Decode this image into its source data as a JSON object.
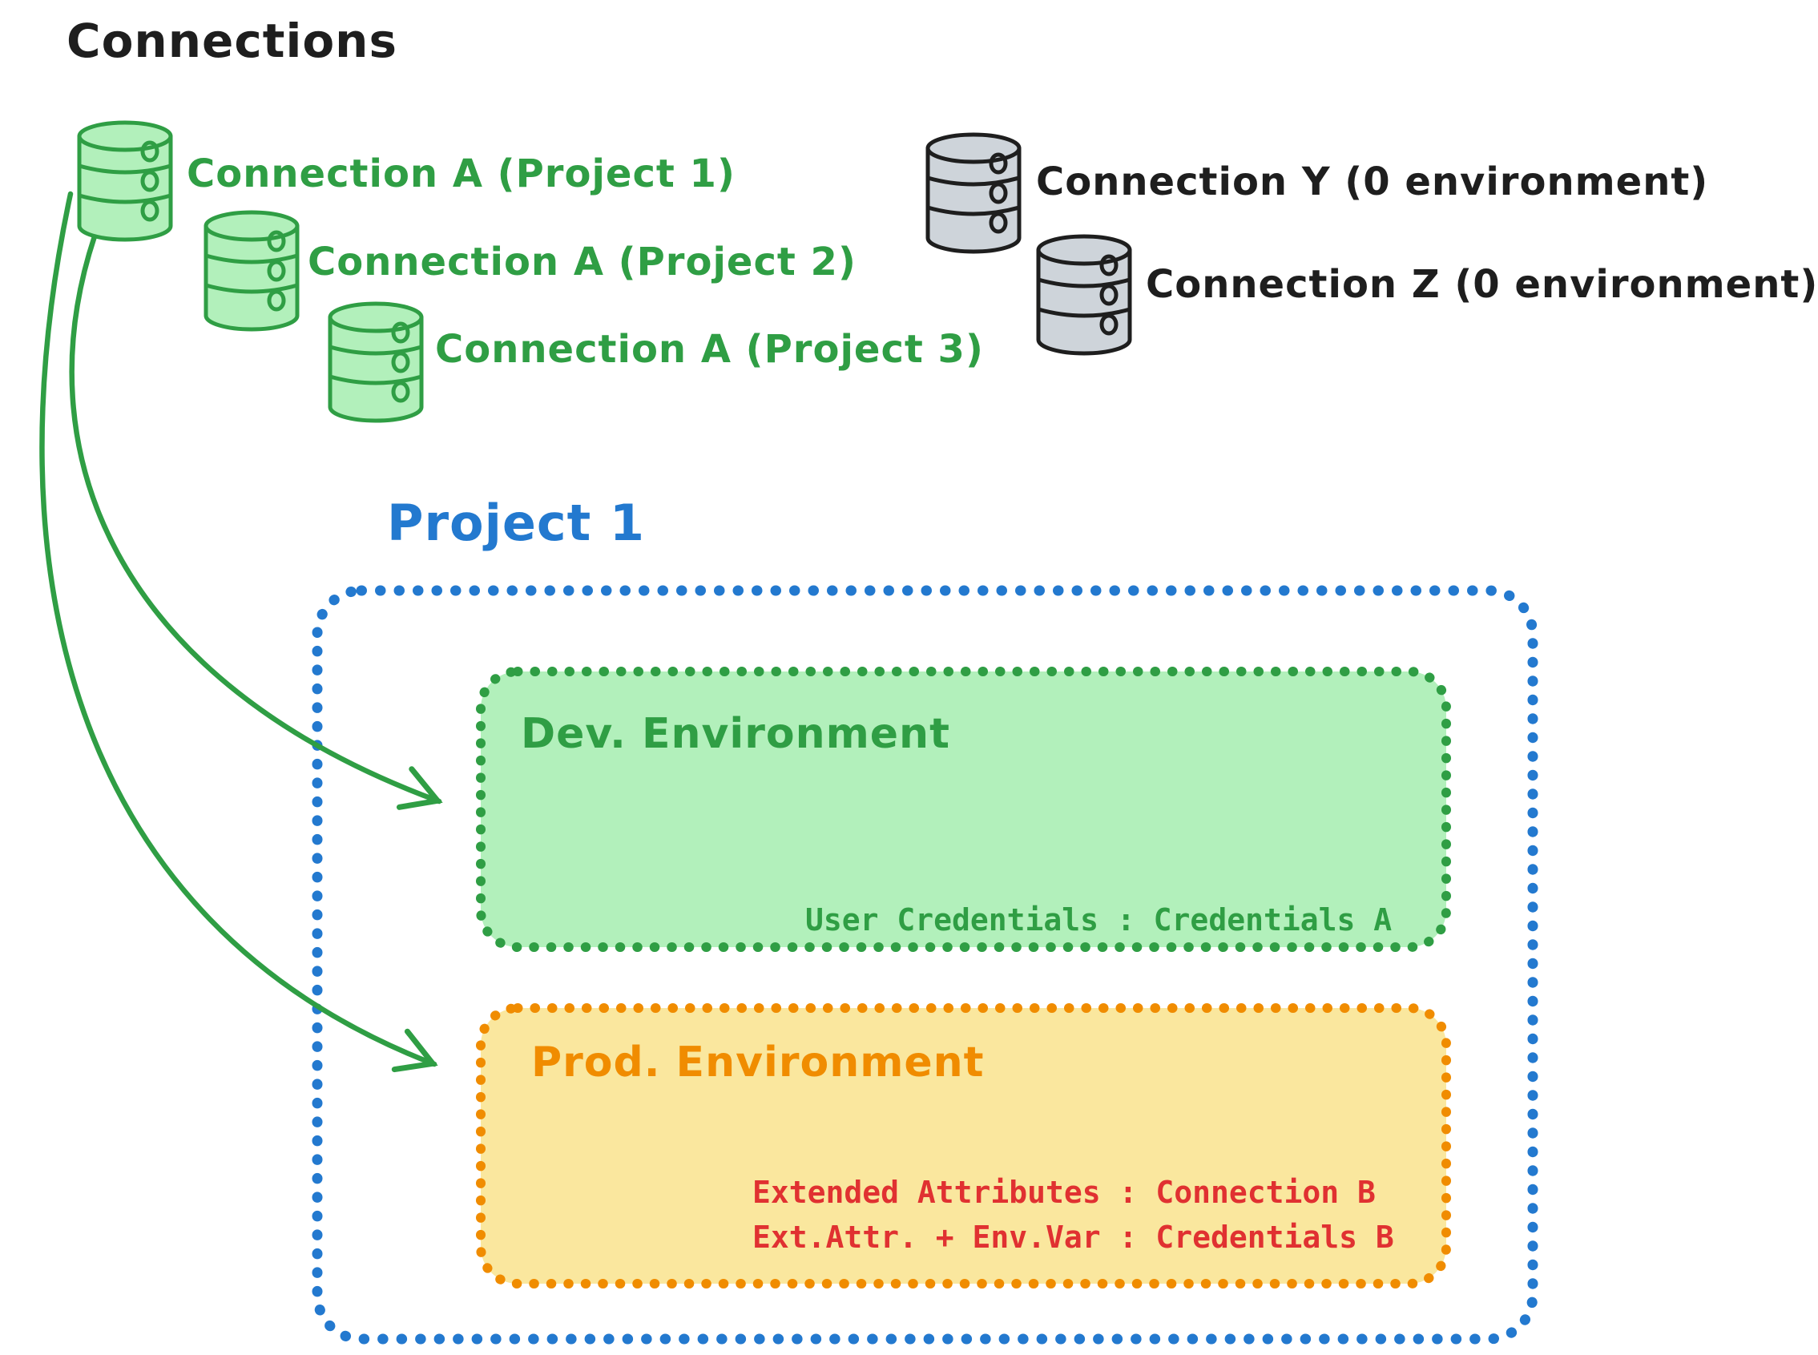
{
  "title": "Connections",
  "connections": {
    "green": [
      {
        "label": "Connection A (Project 1)"
      },
      {
        "label": "Connection A (Project 2)"
      },
      {
        "label": "Connection A (Project 3)"
      }
    ],
    "gray": [
      {
        "label": "Connection Y (0 environment)"
      },
      {
        "label": "Connection Z (0 environment)"
      }
    ]
  },
  "project": {
    "title": "Project 1",
    "environments": {
      "dev": {
        "title": "Dev. Environment",
        "credentials": "User Credentials : Credentials A"
      },
      "prod": {
        "title": "Prod. Environment",
        "line1": "Extended Attributes : Connection B",
        "line2": "Ext.Attr. + Env.Var : Credentials B"
      }
    }
  },
  "icons": {
    "green_database": "database-icon",
    "gray_database": "database-icon",
    "arrow": "curved-arrow"
  },
  "colors": {
    "ink": "#1e1e1e",
    "green_stroke": "#2f9e44",
    "green_fill": "#b2f0bb",
    "blue": "#2379cf",
    "orange": "#f08c00",
    "yellow_fill": "#fae79e",
    "red": "#e03131",
    "gray_fill": "#ced4da"
  }
}
